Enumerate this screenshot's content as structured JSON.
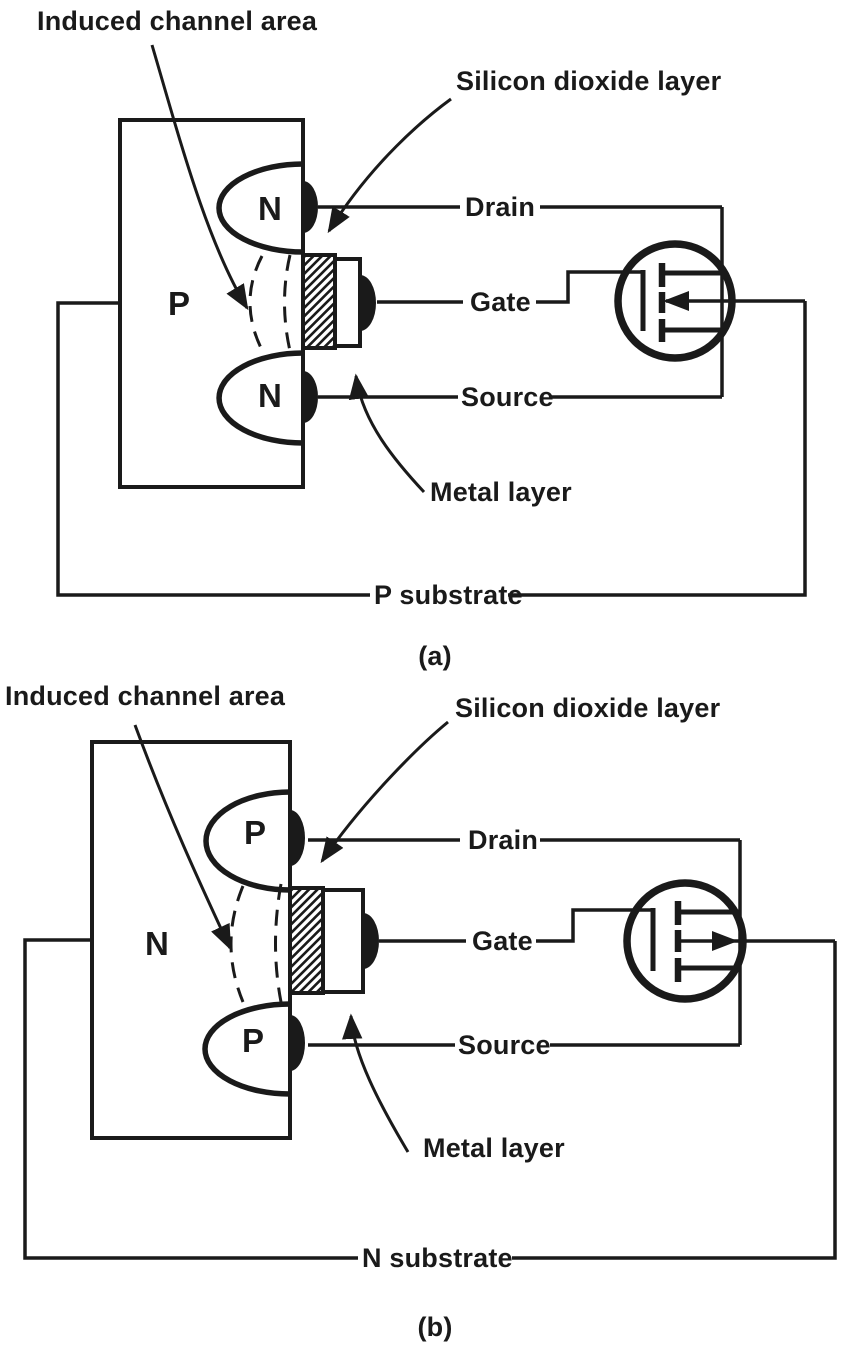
{
  "colors": {
    "background": "#ffffff",
    "ink": "#1a1a1a"
  },
  "diagram_a": {
    "caption": "(a)",
    "induced_channel_label": "Induced channel area",
    "silicon_dioxide_label": "Silicon dioxide layer",
    "drain_label": "Drain",
    "gate_label": "Gate",
    "source_label": "Source",
    "metal_layer_label": "Metal layer",
    "substrate_label": "P substrate",
    "body_region": "P",
    "drain_region": "N",
    "source_region": "N"
  },
  "diagram_b": {
    "caption": "(b)",
    "induced_channel_label": "Induced channel area",
    "silicon_dioxide_label": "Silicon dioxide layer",
    "drain_label": "Drain",
    "gate_label": "Gate",
    "source_label": "Source",
    "metal_layer_label": "Metal layer",
    "substrate_label": "N substrate",
    "body_region": "N",
    "drain_region": "P",
    "source_region": "P"
  }
}
